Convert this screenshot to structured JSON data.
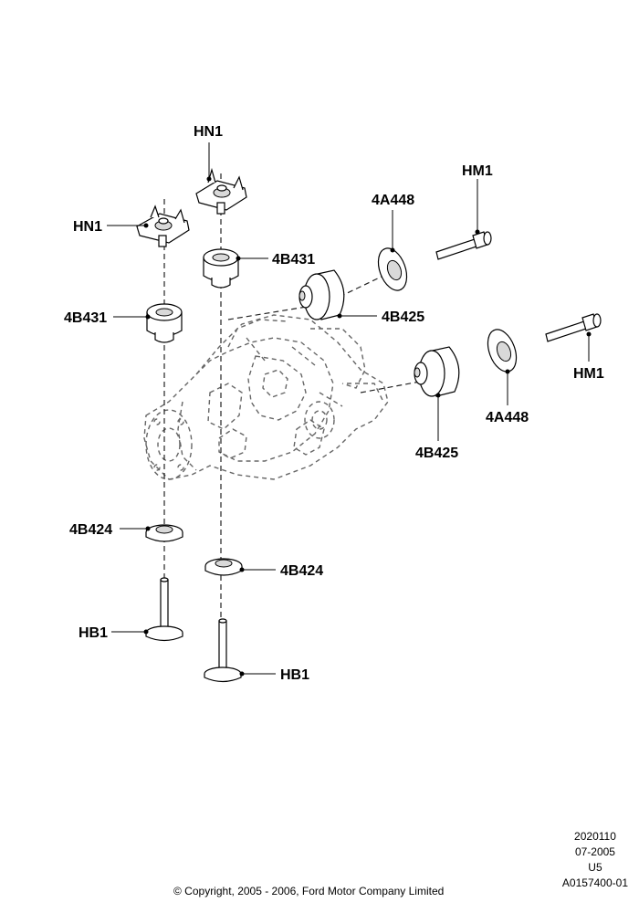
{
  "labels": {
    "hn1_top": "HN1",
    "hn1_left": "HN1",
    "hm1_top": "HM1",
    "hm1_right": "HM1",
    "4a448_top": "4A448",
    "4a448_right": "4A448",
    "4b431_right": "4B431",
    "4b431_left": "4B431",
    "4b425_mid": "4B425",
    "4b425_low": "4B425",
    "4b424_left": "4B424",
    "4b424_right": "4B424",
    "hb1_left": "HB1",
    "hb1_right": "HB1"
  },
  "footer": {
    "line1": "2020110",
    "line2": "07-2005",
    "line3": "U5",
    "line4": "A0157400-01",
    "copyright": "© Copyright, 2005 - 2006, Ford Motor Company Limited"
  }
}
